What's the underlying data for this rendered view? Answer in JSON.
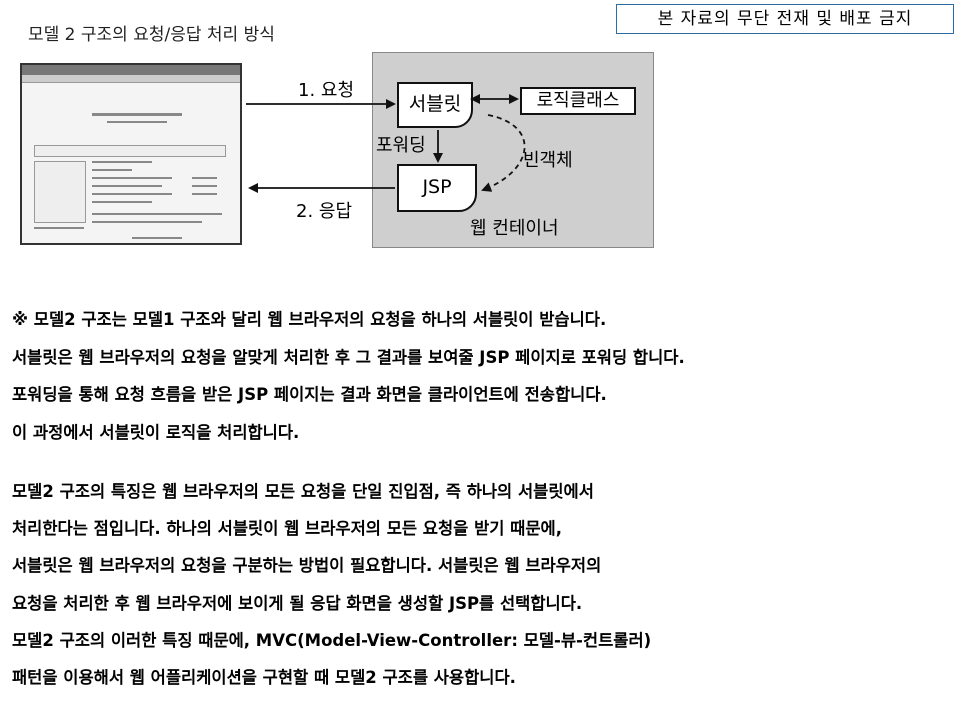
{
  "notice": "본 자료의 무단 전재 및 배포 금지",
  "figure": {
    "title": "모델 2 구조의 요청/응답 처리 방식",
    "request_label": "1. 요청",
    "response_label": "2. 응답",
    "servlet": "서블릿",
    "logic_class": "로직클래스",
    "forwarding": "포워딩",
    "bean": "빈객체",
    "jsp": "JSP",
    "container": "웹 컨테이너"
  },
  "paragraph1": [
    "※ 모델2 구조는 모델1 구조와 달리 웹 브라우저의 요청을 하나의 서블릿이 받습니다.",
    "서블릿은 웹 브라우저의 요청을 알맞게 처리한 후 그 결과를 보여줄 JSP 페이지로 포워딩 합니다.",
    "포워딩을 통해 요청 흐름을 받은 JSP 페이지는 결과 화면을 클라이언트에 전송합니다.",
    "이 과정에서 서블릿이 로직을 처리합니다."
  ],
  "paragraph2": [
    "모델2 구조의 특징은 웹 브라우저의 모든 요청을 단일 진입점, 즉 하나의 서블릿에서",
    "처리한다는 점입니다. 하나의 서블릿이 웹 브라우저의 모든 요청을 받기 때문에,",
    "서블릿은 웹 브라우저의 요청을 구분하는 방법이 필요합니다. 서블릿은 웹 브라우저의",
    "요청을 처리한 후 웹 브라우저에 보이게 될 응답 화면을 생성할 JSP를 선택합니다.",
    "모델2 구조의 이러한 특징 때문에, MVC(Model-View-Controller: 모델-뷰-컨트롤러)",
    "패턴을 이용해서 웹 어플리케이션을 구현할 때 모델2 구조를 사용합니다."
  ]
}
